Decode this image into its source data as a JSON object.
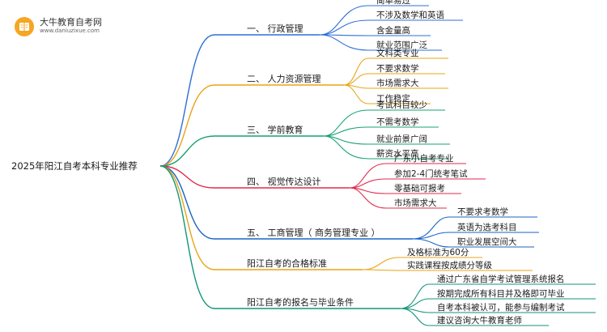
{
  "logo": {
    "title": "大牛教育自考网",
    "url": "www.daniuzixue.com"
  },
  "root": "2025年阳江自考本科专业推荐",
  "colors": [
    "#2e6fd6",
    "#e8a417",
    "#17a372",
    "#e02b4c",
    "#1a63c9",
    "#e8a417",
    "#12957a"
  ],
  "branches": [
    {
      "label": "一、 行政管理",
      "leaves": [
        "简单易过",
        "不涉及数学和英语",
        "含金量高",
        "就业范围广泛"
      ]
    },
    {
      "label": "二、 人力资源管理",
      "leaves": [
        "文科类专业",
        "不要求数学",
        "市场需求大",
        "工作稳定"
      ]
    },
    {
      "label": "三、 学前教育",
      "leaves": [
        "考试科目较少",
        "不需考数学",
        "就业前景广阔",
        "薪资水平高"
      ]
    },
    {
      "label": "四、 视觉传达设计",
      "leaves": [
        "广东小自考专业",
        "参加2-4门统考笔试",
        "零基础可报考",
        "市场需求大"
      ]
    },
    {
      "label": "五、 工商管理（ 商务管理专业 ）",
      "leaves": [
        "不要求考数学",
        "英语为选考科目",
        "职业发展空间大"
      ]
    },
    {
      "label": "阳江自考的合格标准",
      "leaves": [
        "及格标准为60分",
        "实践课程按成绩分等级"
      ]
    },
    {
      "label": "阳江自考的报名与毕业条件",
      "leaves": [
        "通过广东省自学考试管理系统报名",
        "按期完成所有科目并及格即可毕业",
        "自考本科被认可，能参与编制考试",
        "建议咨询大牛教育老师"
      ]
    }
  ]
}
